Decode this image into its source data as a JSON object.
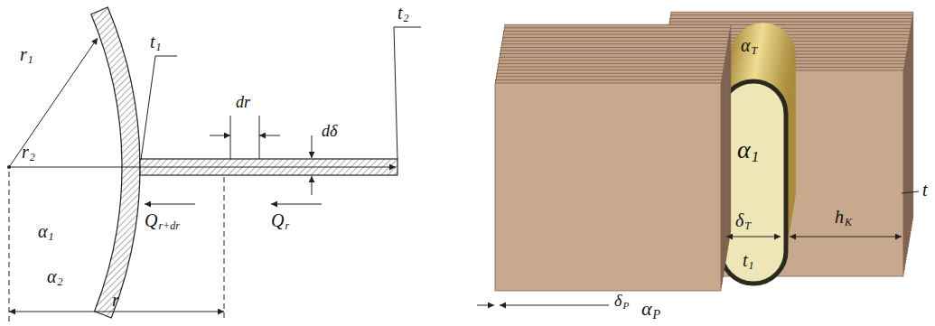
{
  "diagram": {
    "labels": [
      "r",
      "1",
      "t",
      "1",
      "dr",
      "dδ",
      "t",
      "2",
      "r",
      "2",
      "Q",
      "r+dr",
      "Q",
      "r",
      "α",
      "1",
      "α",
      "2",
      "r",
      "α",
      "T",
      "α",
      "1",
      "δ",
      "T",
      "t",
      "h",
      "K",
      "t",
      "1",
      "δ",
      "P",
      "α",
      "P"
    ]
  }
}
